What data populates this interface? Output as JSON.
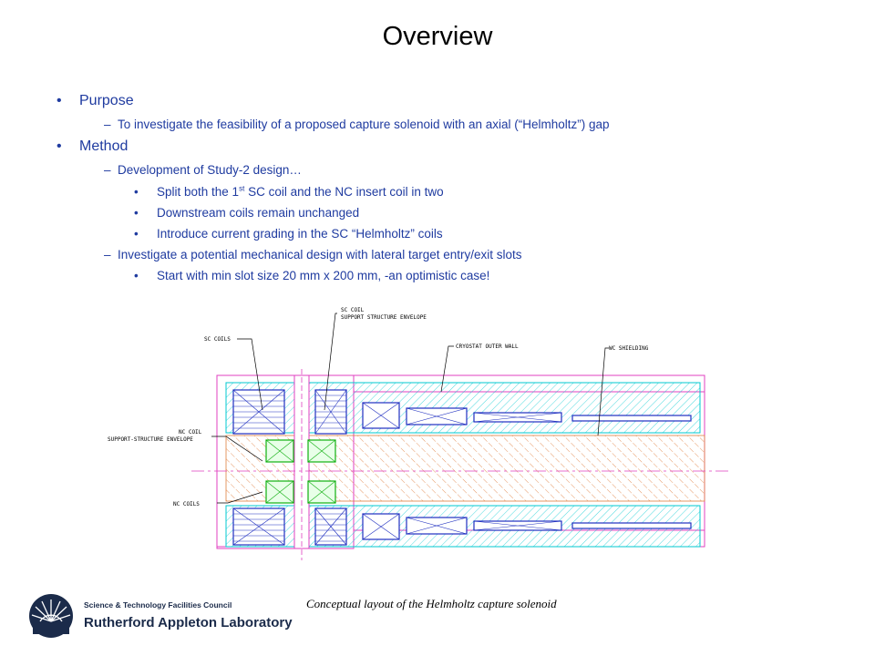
{
  "slide": {
    "title": "Overview"
  },
  "content": {
    "purpose_heading": "Purpose",
    "purpose_text": "To investigate the feasibility of a proposed capture solenoid with an axial (“Helmholtz”) gap",
    "method_heading": "Method",
    "method_sub1": "Development of Study-2 design…",
    "method_sub1_items": [
      {
        "pre": "Split both the 1",
        "sup": "st",
        "post": " SC coil and the NC insert coil in two"
      },
      {
        "pre": "Downstream coils remain unchanged",
        "sup": "",
        "post": ""
      },
      {
        "pre": "Introduce current grading in the SC “Helmholtz” coils",
        "sup": "",
        "post": ""
      }
    ],
    "method_sub2": "Investigate a potential mechanical design with lateral target entry/exit slots",
    "method_sub2_items": [
      {
        "pre": "Start with min slot size 20 mm x 200 mm, -an optimistic case!",
        "sup": "",
        "post": ""
      }
    ]
  },
  "drawing": {
    "labels": {
      "sc_coils": "SC COILS",
      "sc_coil_support_1": "SC COIL",
      "sc_coil_support_2": "SUPPORT STRUCTURE ENVELOPE",
      "cryostat": "CRYOSTAT OUTER WALL",
      "wc_shielding": "WC SHIELDING",
      "nc_coil_1": "NC COIL",
      "nc_coil_2": "SUPPORT-STRUCTURE ENVELOPE",
      "nc_coils": "NC COILS"
    },
    "colors": {
      "outline": "#e040c0",
      "shield": "#00c8d0",
      "coil": "#2030c0",
      "nc_coil": "#10b010",
      "hatch": "#e08040",
      "leader": "#000000"
    }
  },
  "caption": "Conceptual layout of the Helmholtz capture solenoid",
  "logo": {
    "line1": "Science & Technology Facilities Council",
    "line2": "Rutherford Appleton Laboratory",
    "color": "#1b2b4a"
  }
}
